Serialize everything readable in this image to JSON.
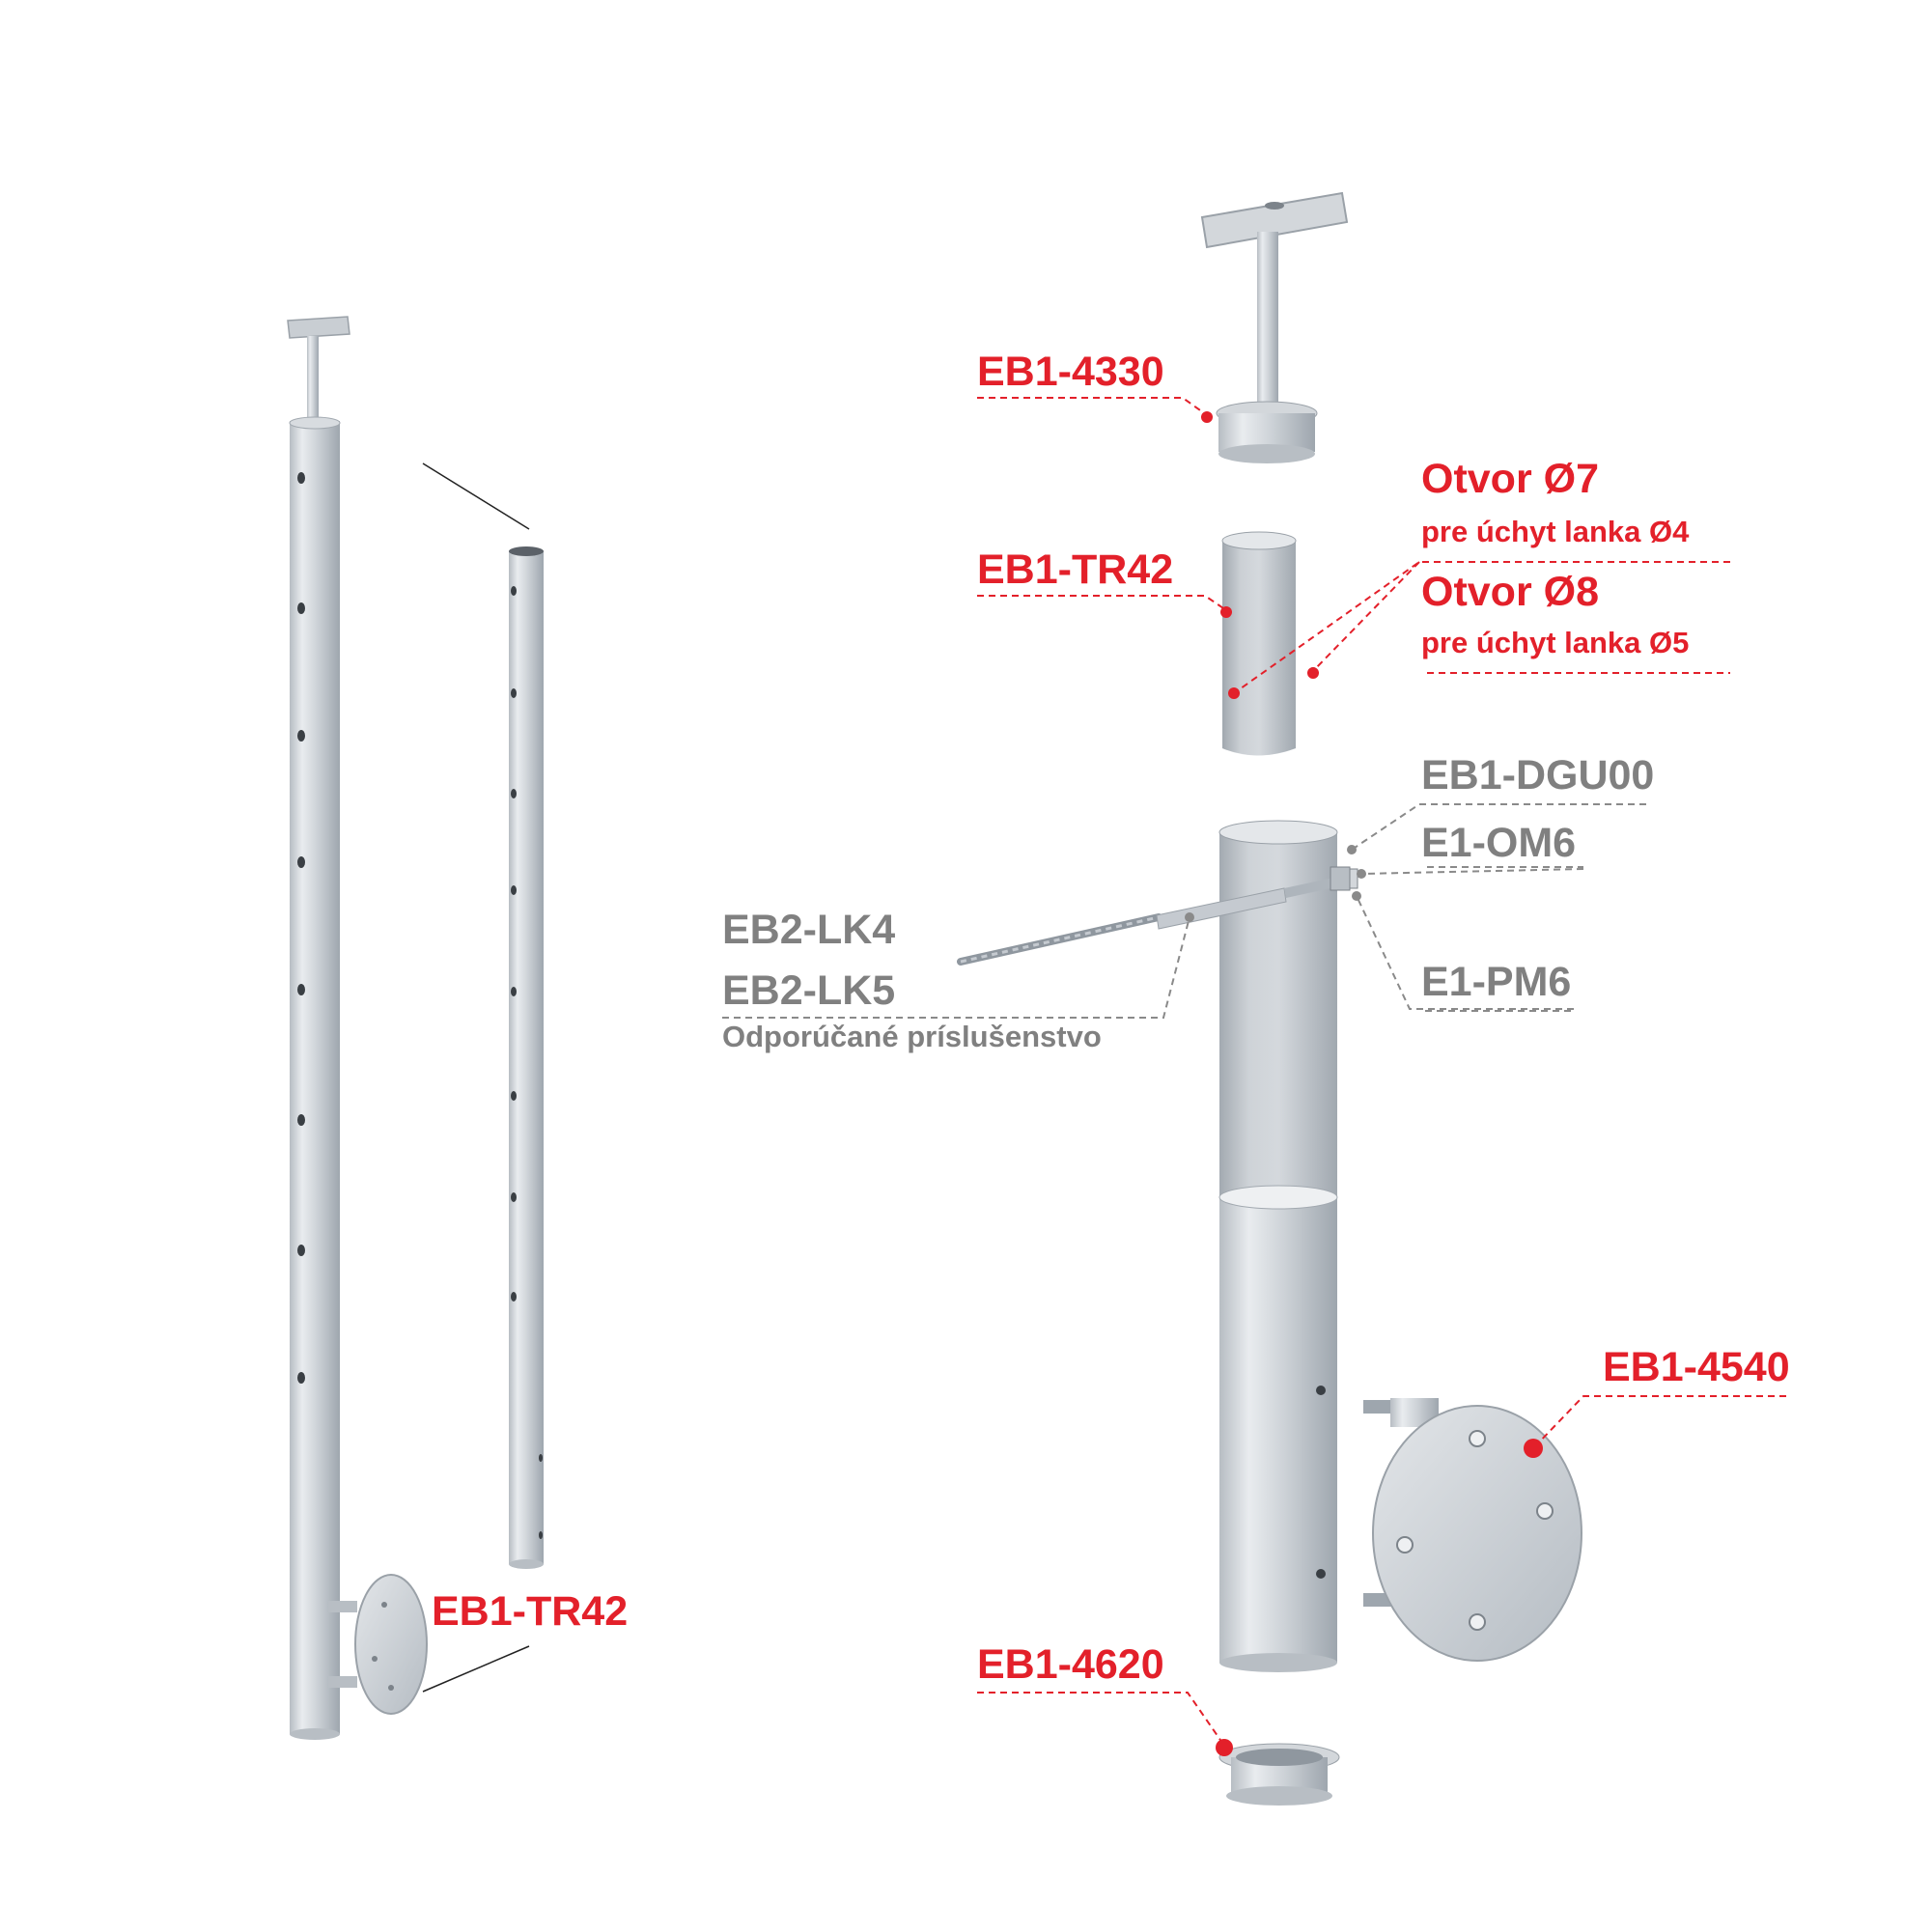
{
  "colors": {
    "label_red": "#e3202a",
    "label_gray": "#808080",
    "metal_light": "#e8ebee",
    "metal_dark": "#a9b0b7"
  },
  "labels": {
    "left_post": "EB1-TR42",
    "handrail_holder": "EB1-4330",
    "tube_cut": "EB1-TR42",
    "hole7_title": "Otvor Ø7",
    "hole7_sub": "pre úchyt lanka Ø4",
    "hole8_title": "Otvor Ø8",
    "hole8_sub": "pre úchyt lanka Ø5",
    "dgu": "EB1-DGU00",
    "om6": "E1-OM6",
    "pm6": "E1-PM6",
    "lk4": "EB2-LK4",
    "lk5": "EB2-LK5",
    "accessory_note": "Odporúčané príslušenstvo",
    "wall_flange": "EB1-4540",
    "end_cap": "EB1-4620"
  }
}
